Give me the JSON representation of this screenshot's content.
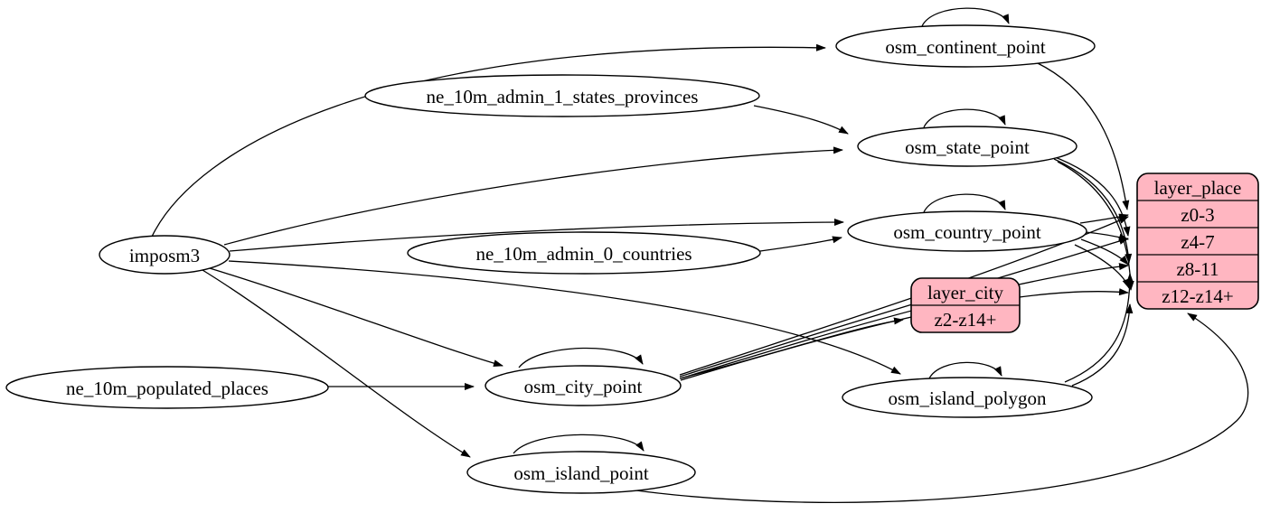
{
  "diagram": {
    "kind": "etl-graph",
    "colors": {
      "background": "#ffffff",
      "table_node_fill": "#ffffff",
      "layer_node_fill": "#ffb6c1",
      "stroke": "#000000",
      "text": "#000000"
    }
  },
  "nodes": {
    "imposm3": {
      "label": "imposm3"
    },
    "ne_10m_admin_1_states_provinces": {
      "label": "ne_10m_admin_1_states_provinces"
    },
    "ne_10m_admin_0_countries": {
      "label": "ne_10m_admin_0_countries"
    },
    "ne_10m_populated_places": {
      "label": "ne_10m_populated_places"
    },
    "osm_continent_point": {
      "label": "osm_continent_point"
    },
    "osm_state_point": {
      "label": "osm_state_point"
    },
    "osm_country_point": {
      "label": "osm_country_point"
    },
    "osm_city_point": {
      "label": "osm_city_point"
    },
    "osm_island_polygon": {
      "label": "osm_island_polygon"
    },
    "osm_island_point": {
      "label": "osm_island_point"
    }
  },
  "layers": {
    "layer_city": {
      "title": "layer_city",
      "rows": [
        "z2-z14+"
      ]
    },
    "layer_place": {
      "title": "layer_place",
      "rows": [
        "z0-3",
        "z4-7",
        "z8-11",
        "z12-z14+"
      ]
    }
  },
  "edges": [
    {
      "from": "imposm3",
      "to": "osm_continent_point"
    },
    {
      "from": "imposm3",
      "to": "osm_state_point"
    },
    {
      "from": "imposm3",
      "to": "osm_country_point"
    },
    {
      "from": "imposm3",
      "to": "osm_city_point"
    },
    {
      "from": "imposm3",
      "to": "osm_island_polygon"
    },
    {
      "from": "imposm3",
      "to": "osm_island_point"
    },
    {
      "from": "ne_10m_admin_1_states_provinces",
      "to": "osm_state_point"
    },
    {
      "from": "ne_10m_admin_0_countries",
      "to": "osm_country_point"
    },
    {
      "from": "ne_10m_populated_places",
      "to": "osm_city_point"
    },
    {
      "from": "osm_continent_point",
      "to": "osm_continent_point"
    },
    {
      "from": "osm_state_point",
      "to": "osm_state_point"
    },
    {
      "from": "osm_country_point",
      "to": "osm_country_point"
    },
    {
      "from": "osm_city_point",
      "to": "osm_city_point"
    },
    {
      "from": "osm_island_polygon",
      "to": "osm_island_polygon"
    },
    {
      "from": "osm_island_point",
      "to": "osm_island_point"
    },
    {
      "from": "osm_continent_point",
      "to": "layer_place",
      "port": "z0-3"
    },
    {
      "from": "osm_state_point",
      "to": "layer_place",
      "port": "z4-7"
    },
    {
      "from": "osm_state_point",
      "to": "layer_place",
      "port": "z8-11"
    },
    {
      "from": "osm_state_point",
      "to": "layer_place",
      "port": "z12-z14+"
    },
    {
      "from": "osm_country_point",
      "to": "layer_place",
      "port": "z0-3"
    },
    {
      "from": "osm_country_point",
      "to": "layer_place",
      "port": "z4-7"
    },
    {
      "from": "osm_country_point",
      "to": "layer_place",
      "port": "z8-11"
    },
    {
      "from": "osm_country_point",
      "to": "layer_place",
      "port": "z12-z14+"
    },
    {
      "from": "osm_city_point",
      "to": "layer_city",
      "port": "z2-z14+"
    },
    {
      "from": "osm_city_point",
      "to": "layer_place",
      "port": "z0-3"
    },
    {
      "from": "osm_city_point",
      "to": "layer_place",
      "port": "z4-7"
    },
    {
      "from": "osm_city_point",
      "to": "layer_place",
      "port": "z8-11"
    },
    {
      "from": "osm_city_point",
      "to": "layer_place",
      "port": "z12-z14+"
    },
    {
      "from": "osm_island_polygon",
      "to": "layer_place",
      "port": "z8-11"
    },
    {
      "from": "osm_island_polygon",
      "to": "layer_place",
      "port": "z12-z14+"
    },
    {
      "from": "osm_island_point",
      "to": "layer_place",
      "port": "z12-z14+"
    }
  ]
}
